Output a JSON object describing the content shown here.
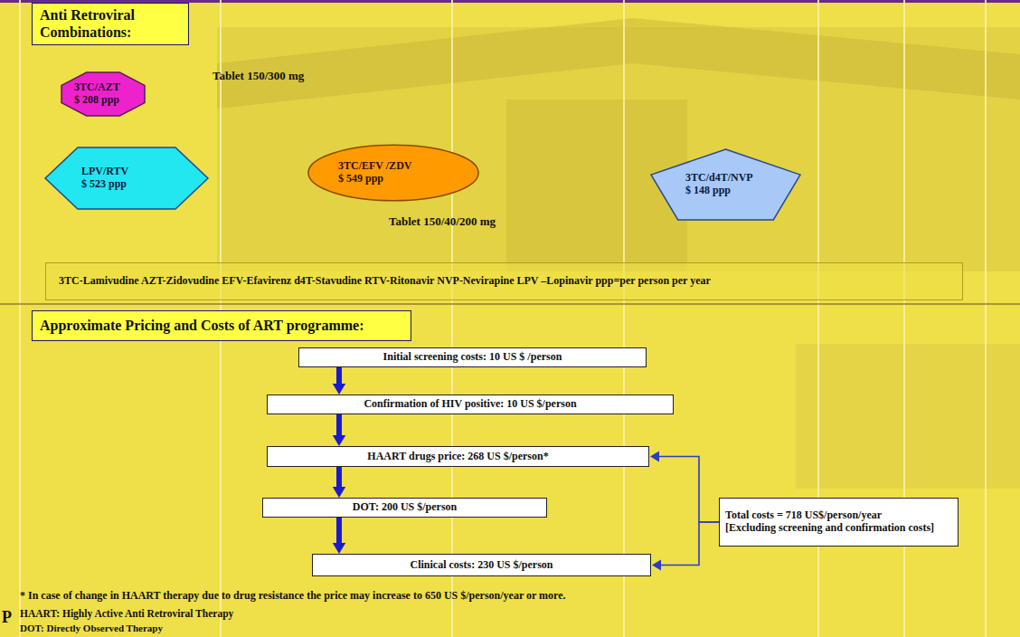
{
  "diagram": {
    "nodes": [
      {
        "text": [
          "Anti Retroviral Combinations:"
        ]
      },
      {
        "text": [
          "3TC/AZT",
          "$ 208 ppp"
        ]
      },
      {
        "text": [
          "LPV/RTV",
          "$ 523 ppp"
        ]
      },
      {
        "text": [
          "3TC/EFV /ZDV",
          "$ 549 ppp"
        ]
      },
      {
        "text": [
          "3TC/d4T/NVP",
          "$ 148 ppp"
        ]
      },
      {
        "text": [
          "3TC-Lamivudine AZT-Zidovudine EFV-Efavirenz d4T-Stavudine RTV-Ritonavir NVP-Nevirapine LPV –Lopinavir ppp=per person per year"
        ]
      },
      {
        "text": [
          "Approximate Pricing and Costs of ART programme:"
        ]
      },
      {
        "text": [
          "Initial screening costs: 10 US $ /person"
        ]
      },
      {
        "text": [
          "Confirmation of HIV positive: 10 US $/person"
        ]
      },
      {
        "text": [
          "HAART drugs price: 268 US $/person*"
        ]
      },
      {
        "text": [
          "DOT: 200 US $/person"
        ]
      },
      {
        "text": [
          "Total costs = 718 US$/person/year",
          "[Excluding screening and confirmation costs]"
        ]
      },
      {
        "text": [
          "Clinical costs: 230 US $/person"
        ]
      }
    ],
    "edges": [
      {
        "from": 7,
        "to": 8,
        "arrow": "to"
      },
      {
        "from": 8,
        "to": 9,
        "arrow": "to"
      },
      {
        "from": 9,
        "to": 10,
        "arrow": "to"
      },
      {
        "from": 10,
        "to": 12,
        "arrow": "to"
      },
      {
        "from": 11,
        "to": 9,
        "arrow": "to"
      },
      {
        "from": 11,
        "to": 12,
        "arrow": "to"
      }
    ],
    "labels": [
      "Tablet 150/300 mg",
      "Tablet 150/40/200 mg",
      "P",
      "* In case of change in HAART therapy due to drug resistance the price may increase to 650 US $/person/year or more.",
      "HAART: Highly Active Anti Retroviral Therapy",
      "DOT: Directly Observed Therapy"
    ]
  }
}
